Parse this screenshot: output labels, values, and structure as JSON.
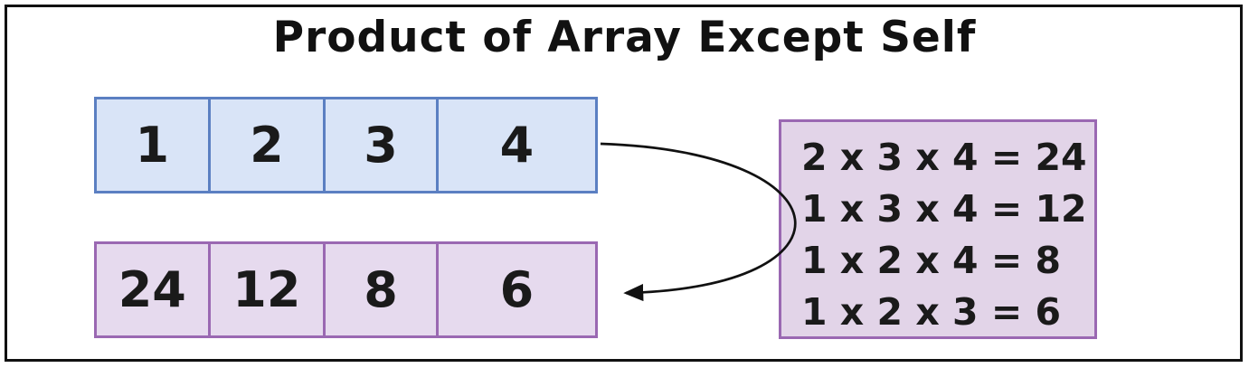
{
  "title": "Product of Array Except Self",
  "input_array": [
    "1",
    "2",
    "3",
    "4"
  ],
  "output_array": [
    "24",
    "12",
    "8",
    "6"
  ],
  "calculations": [
    "2 x 3 x 4 = 24",
    "1 x 3 x 4 = 12",
    "1 x 2 x 4 = 8",
    "1 x 2 x 3 = 6"
  ],
  "colors": {
    "frame": "#111111",
    "input_fill": "#d9e4f7",
    "input_border": "#5b7fc2",
    "output_fill": "#e6daee",
    "output_border": "#9a68b2",
    "calc_fill": "#e2d4e8",
    "calc_border": "#9a68b2",
    "arrow": "#111111",
    "text": "#1a1a1a"
  }
}
